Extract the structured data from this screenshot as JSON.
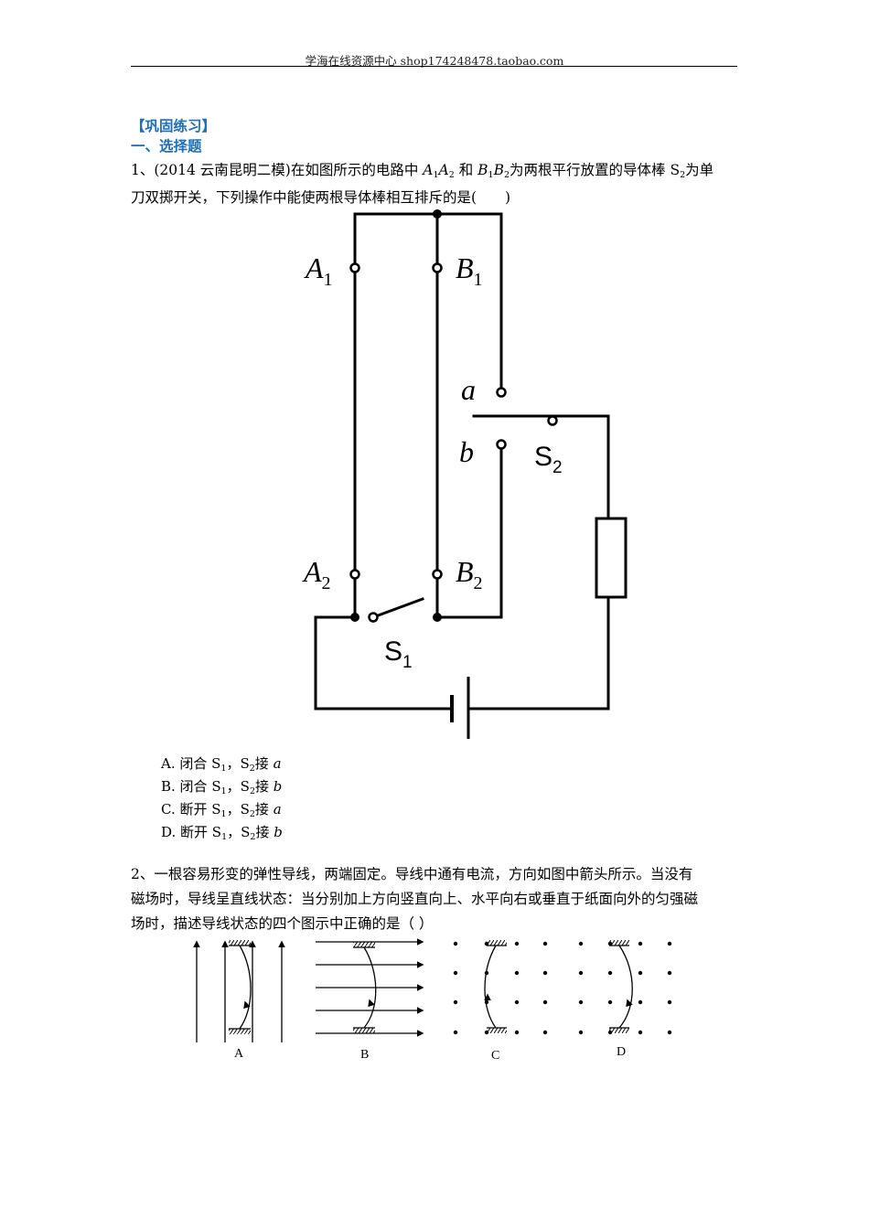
{
  "header": {
    "text": "学海在线资源中心 shop174248478.taobao.com"
  },
  "section": {
    "bracket_title": "【巩固练习】",
    "subtitle": "一、选择题"
  },
  "q1": {
    "intro": "1、(2014 云南昆明二模)在如图所示的电路中 ",
    "a1": "A",
    "a1s": "1",
    "a2": "A",
    "a2s": "2",
    "and": "和 ",
    "b1": "B",
    "b1s": "1",
    "b2": "B",
    "b2s": "2",
    "mid": "为两根平行放置的导体棒 S",
    "s2s": "2",
    "end": "为单",
    "line2": "刀双掷开关，下列操作中能使两根导体棒相互排斥的是(　　)",
    "figure_labels": {
      "A1": "A",
      "A1s": "1",
      "B1": "B",
      "B1s": "1",
      "a": "a",
      "b": "b",
      "S2": "S",
      "S2s": "2",
      "A2": "A",
      "A2s": "2",
      "B2": "B",
      "B2s": "2",
      "S1": "S",
      "S1s": "1"
    },
    "options": [
      {
        "prefix": "A. 闭合 S",
        "s1": "1",
        "mid": "，S",
        "s2": "2",
        "suffix": "接 ",
        "val": "a"
      },
      {
        "prefix": "B. 闭合 S",
        "s1": "1",
        "mid": "，S",
        "s2": "2",
        "suffix": "接 ",
        "val": "b"
      },
      {
        "prefix": "C. 断开 S",
        "s1": "1",
        "mid": "，S",
        "s2": "2",
        "suffix": "接 ",
        "val": "a"
      },
      {
        "prefix": "D. 断开 S",
        "s1": "1",
        "mid": "，S",
        "s2": "2",
        "suffix": "接 ",
        "val": "b"
      }
    ]
  },
  "q2": {
    "line1": "2、一根容易形变的弹性导线，两端固定。导线中通有电流，方向如图中箭头所示。当没有",
    "line2": "磁场时，导线呈直线状态：当分别加上方向竖直向上、水平向右或垂直于纸面向外的匀强磁",
    "line3": "场时，描述导线状态的四个图示中正确的是（ ）",
    "figure_labels": [
      "A",
      "B",
      "C",
      "D"
    ]
  }
}
